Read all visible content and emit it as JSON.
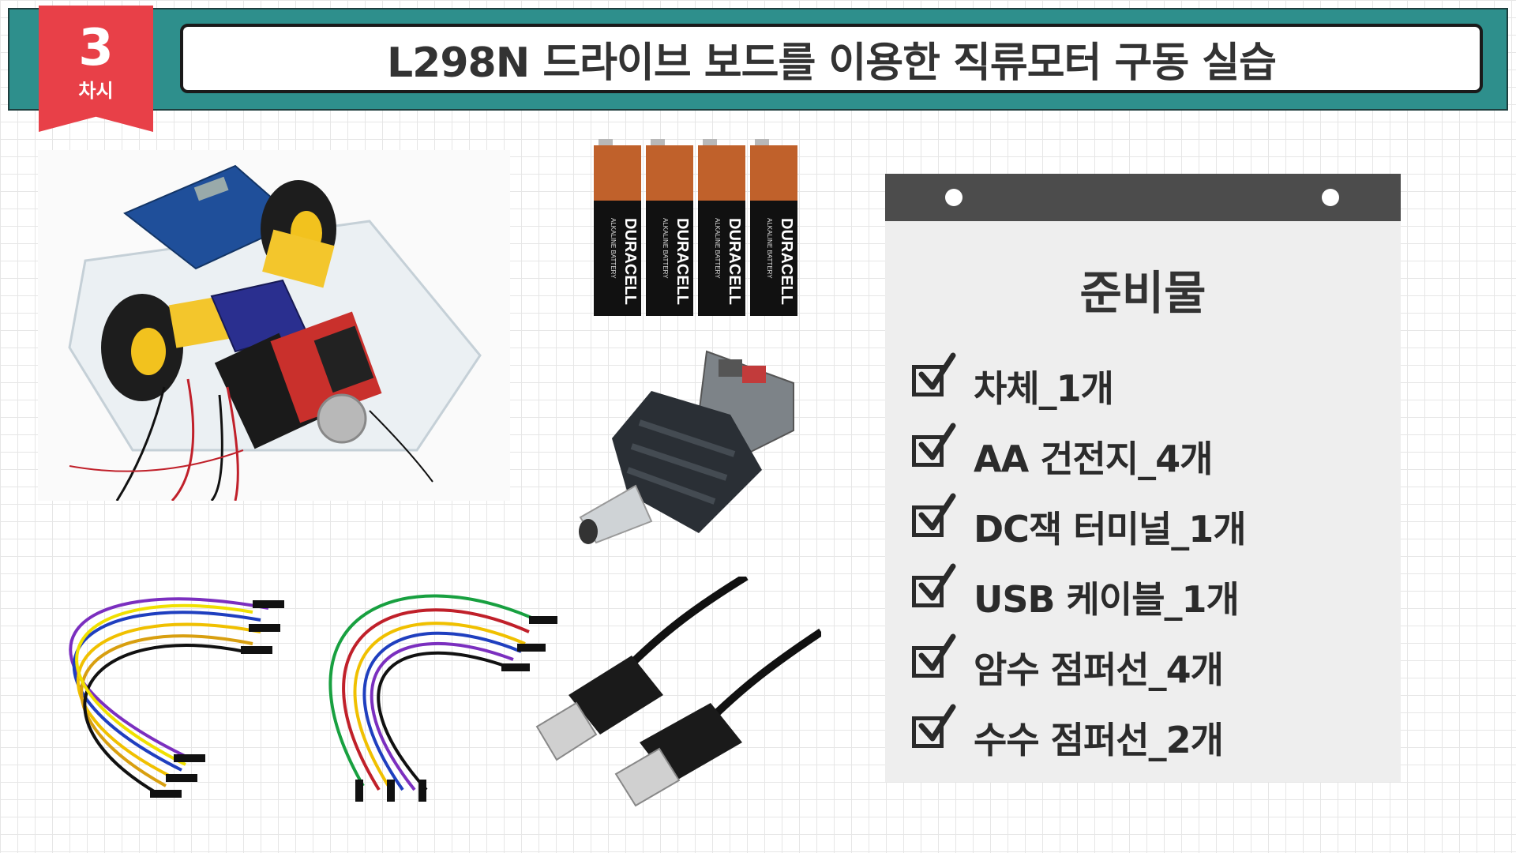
{
  "header": {
    "session_number": "3",
    "session_label": "차시",
    "title": "L298N 드라이브 보드를 이용한 직류모터 구동 실습"
  },
  "battery_brand": "DURACELL",
  "battery_sublabel": "ALKALINE BATTERY",
  "panel": {
    "title": "준비물",
    "items": [
      {
        "label": "차체_1개"
      },
      {
        "label": "AA 건전지_4개"
      },
      {
        "label": "DC잭 터미널_1개"
      },
      {
        "label": "USB 케이블_1개"
      },
      {
        "label": "암수 점퍼선_4개"
      },
      {
        "label": "수수 점퍼선_2개"
      }
    ]
  },
  "colors": {
    "header_bg": "#2e8f8c",
    "badge": "#e84048",
    "panel_bg": "#eeeeee",
    "panel_bar": "#4c4c4c",
    "battery_copper": "#c0612b"
  }
}
